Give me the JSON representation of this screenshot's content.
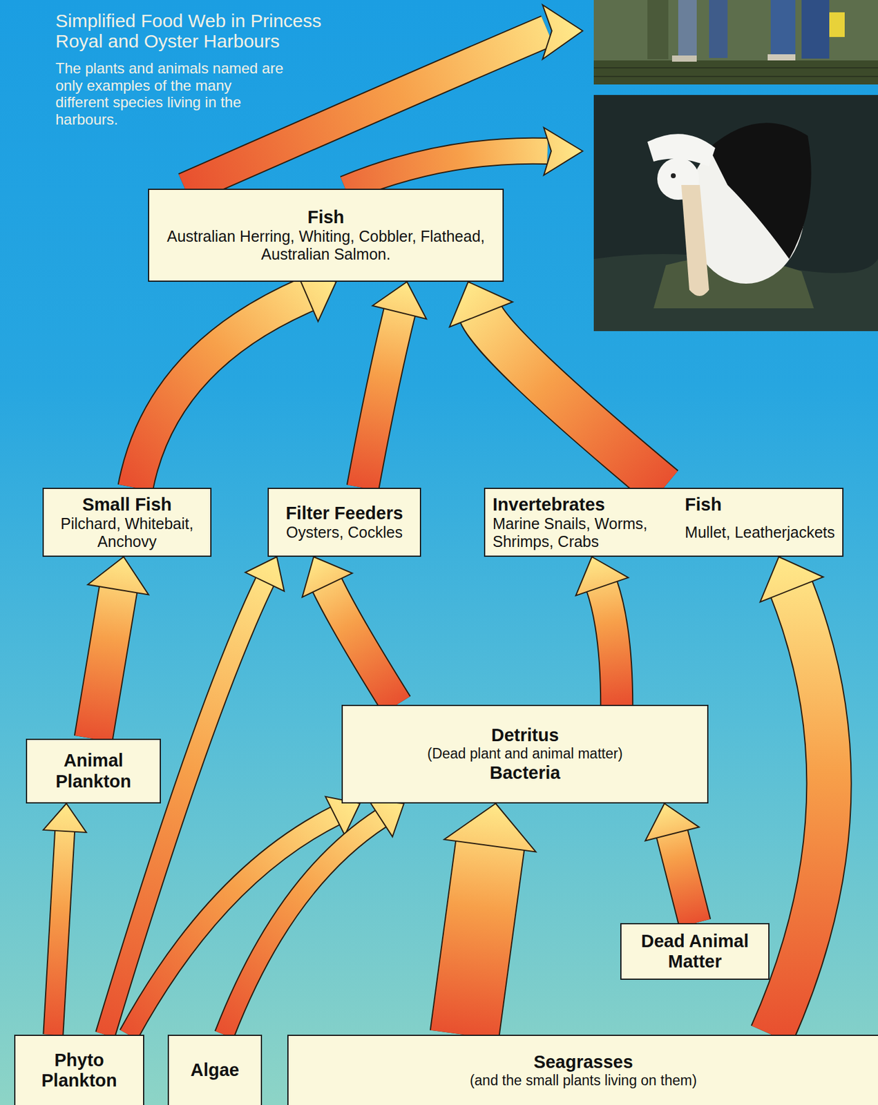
{
  "diagram": {
    "title": "Simplified Food Web in Princess Royal and Oyster Harbours",
    "caption": "The plants and animals named are only examples of the many different species living in the harbours.",
    "nodes": [
      {
        "text": [
          "Fish",
          "Australian Herring, Whiting, Cobbler, Flathead, Australian Salmon."
        ]
      },
      {
        "text": [
          "Small Fish",
          "Pilchard, Whitebait, Anchovy"
        ]
      },
      {
        "text": [
          "Filter Feeders",
          "Oysters, Cockles"
        ]
      },
      {
        "text": [
          "Invertebrates",
          "Marine Snails, Worms, Shrimps, Crabs",
          "Fish",
          "Mullet, Leatherjackets"
        ]
      },
      {
        "text": [
          "Animal Plankton"
        ]
      },
      {
        "text": [
          "Detritus",
          "(Dead plant and animal matter)",
          "Bacteria"
        ]
      },
      {
        "text": [
          "Dead Animal Matter"
        ]
      },
      {
        "text": [
          "Phyto Plankton"
        ]
      },
      {
        "text": [
          "Algae"
        ]
      },
      {
        "text": [
          "Seagrasses",
          "(and the small plants living on them)"
        ]
      }
    ],
    "edges": [
      {
        "from": 1,
        "to": 0,
        "arrow": "to"
      },
      {
        "from": 2,
        "to": 0,
        "arrow": "to"
      },
      {
        "from": 3,
        "to": 0,
        "arrow": "to"
      },
      {
        "from": 4,
        "to": 1,
        "arrow": "to"
      },
      {
        "from": 5,
        "to": 2,
        "arrow": "to"
      },
      {
        "from": 5,
        "to": 3,
        "arrow": "to"
      },
      {
        "from": 7,
        "to": 4,
        "arrow": "to"
      },
      {
        "from": 7,
        "to": 2,
        "arrow": "to"
      },
      {
        "from": 7,
        "to": 5,
        "arrow": "to"
      },
      {
        "from": 8,
        "to": 5,
        "arrow": "to"
      },
      {
        "from": 9,
        "to": 5,
        "arrow": "to"
      },
      {
        "from": 6,
        "to": 5,
        "arrow": "to"
      },
      {
        "from": 9,
        "to": 3,
        "arrow": "to"
      }
    ]
  }
}
